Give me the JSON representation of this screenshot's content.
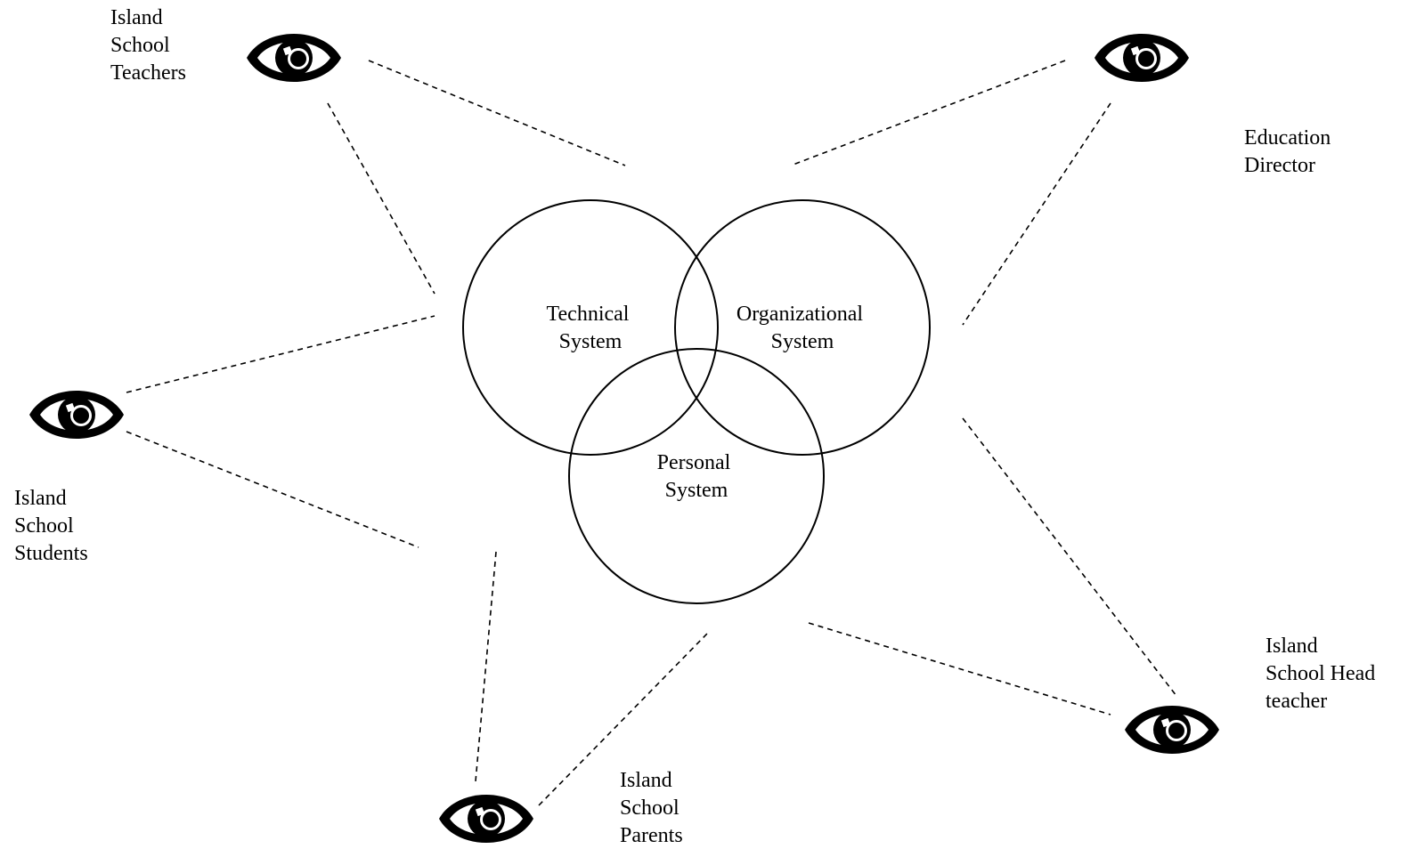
{
  "systems": {
    "technical": {
      "line1": "Technical",
      "line2": "System"
    },
    "organizational": {
      "line1": "Organizational",
      "line2": "System"
    },
    "personal": {
      "line1": "Personal",
      "line2": "System"
    }
  },
  "stakeholders": {
    "teachers": {
      "label": "Island\nSchool\nTeachers",
      "icon": "eye-icon"
    },
    "director": {
      "label": "Education\nDirector",
      "icon": "eye-icon"
    },
    "students": {
      "label": "Island\nSchool\nStudents",
      "icon": "eye-icon"
    },
    "parents": {
      "label": "Island\nSchool\nParents",
      "icon": "eye-icon"
    },
    "head_teacher": {
      "label": "Island\nSchool Head\nteacher",
      "icon": "eye-icon"
    }
  },
  "colors": {
    "stroke": "#000000",
    "background": "#ffffff"
  }
}
